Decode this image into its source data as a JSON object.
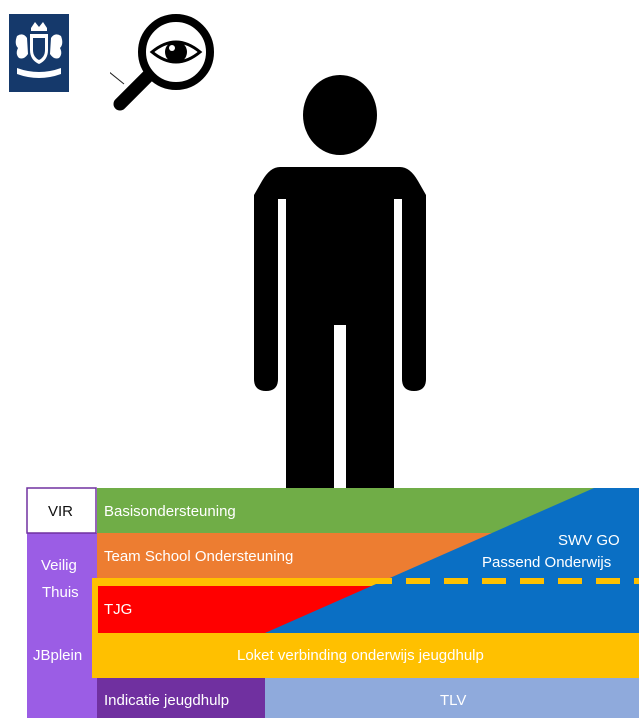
{
  "labels": {
    "vir": "VIR",
    "basis": "Basisondersteuning",
    "team": "Team School Ondersteuning",
    "swv_line1": "SWV GO",
    "swv_line2": "Passend Onderwijs",
    "veilig": "Veilig",
    "thuis": "Thuis",
    "jbplein": "JBplein",
    "tjg": "TJG",
    "loket": "Loket verbinding onderwijs jeugdhulp",
    "indicatie": "Indicatie jeugdhulp",
    "tlv": "TLV"
  },
  "colors": {
    "green": "#70ad47",
    "orange": "#ed7d31",
    "blue": "#0a6fc4",
    "yellow": "#ffc000",
    "red": "#ff0000",
    "purple_light": "#9b5de5",
    "purple_dark": "#7030a0",
    "steel": "#8faadc",
    "navy": "#15396b"
  },
  "icons": {
    "emblem": "coat-of-arms-icon",
    "magnifier": "magnifier-eye-icon",
    "person": "person-icon"
  }
}
